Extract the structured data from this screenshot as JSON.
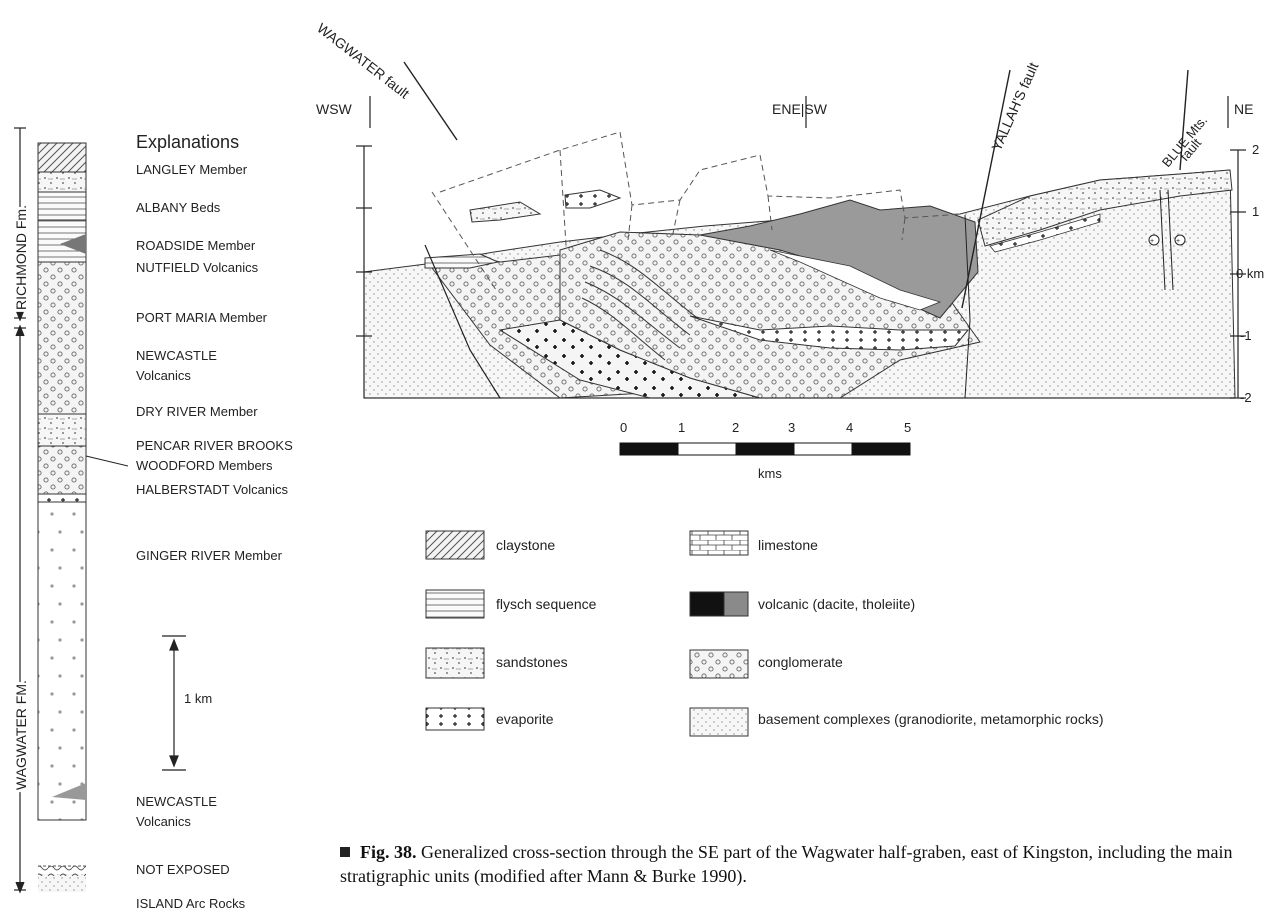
{
  "column": {
    "formations": [
      "RICHMOND Fm.",
      "WAGWATER FM."
    ],
    "scale_label": "1 km"
  },
  "explanations": {
    "title": "Explanations",
    "units": [
      "LANGLEY Member",
      "ALBANY Beds",
      "ROADSIDE Member",
      "NUTFIELD Volcanics",
      "PORT MARIA Member",
      "NEWCASTLE",
      "Volcanics",
      "DRY RIVER Member",
      "PENCAR RIVER BROOKS",
      "WOODFORD Members",
      "HALBERSTADT Volcanics",
      "GINGER RIVER Member",
      "NEWCASTLE",
      "Volcanics",
      "NOT EXPOSED",
      "ISLAND Arc Rocks"
    ]
  },
  "section": {
    "labels": {
      "wsw": "WSW",
      "ene_sw": "ENE|SW",
      "ne": "NE",
      "wagwater_fault": "WAGWATER fault",
      "yallahs_fault": "YALLAH'S fault",
      "blue_mts_fault_1": "BLUE Mts.",
      "blue_mts_fault_2": "fault"
    },
    "depth_ticks": [
      "2",
      "1",
      "0 km",
      "-1",
      "-2"
    ]
  },
  "scalebar": {
    "ticks": [
      "0",
      "1",
      "2",
      "3",
      "4",
      "5"
    ],
    "unit": "kms"
  },
  "legend": [
    {
      "pattern": "claystone",
      "label": "claystone"
    },
    {
      "pattern": "limestone",
      "label": "limestone"
    },
    {
      "pattern": "flysch",
      "label": "flysch sequence"
    },
    {
      "pattern": "volcanic",
      "label": "volcanic (dacite, tholeiite)"
    },
    {
      "pattern": "sandstone",
      "label": "sandstones"
    },
    {
      "pattern": "conglomerate",
      "label": "conglomerate"
    },
    {
      "pattern": "evaporite",
      "label": "evaporite"
    },
    {
      "pattern": "basement",
      "label": "basement complexes (granodiorite, metamorphic rocks)"
    }
  ],
  "caption": {
    "label": "Fig. 38.",
    "text": " Generalized cross-section through the SE part of the Wagwater half-graben, east of Kingston, including the main stratigraphic units (modified after Mann & Burke 1990)."
  }
}
